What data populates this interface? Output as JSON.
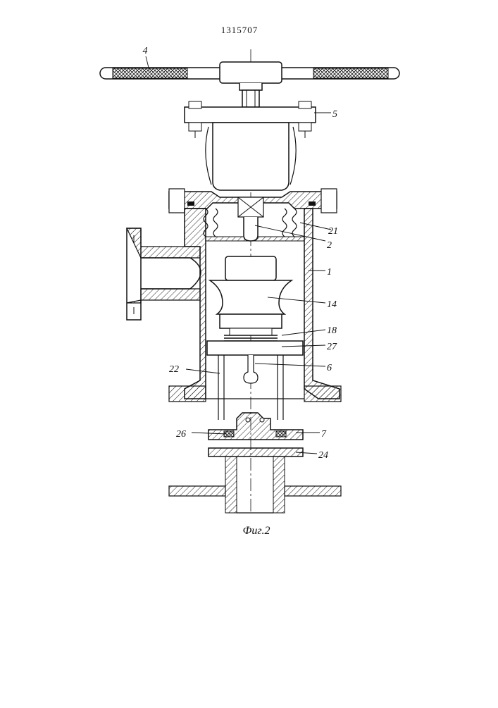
{
  "document": {
    "patent_number": "1315707",
    "figure_caption": "Фиг.2"
  },
  "callouts": {
    "c4": "4",
    "c5": "5",
    "c21": "21",
    "c2": "2",
    "c1": "1",
    "c14": "14",
    "c18": "18",
    "c27": "27",
    "c22": "22",
    "c6": "6",
    "c26": "26",
    "c7": "7",
    "c24": "24"
  },
  "colors": {
    "ink": "#111111",
    "paper": "#ffffff"
  }
}
